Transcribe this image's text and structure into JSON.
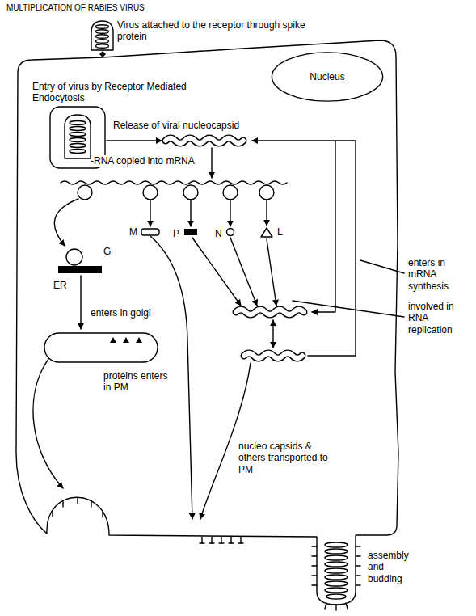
{
  "diagram": {
    "title": "MULTIPLICATION OF RABIES VIRUS",
    "nodes": [
      {
        "text": [
          "Nucleus"
        ]
      }
    ],
    "labels": [
      "Virus attached to the receptor through spike protein",
      "Entry of virus by Receptor Mediated Endocytosis",
      "Release of viral nucleocapsid",
      "-RNA copied into mRNA",
      "enters in mRNA synthesis",
      "involved in RNA replication",
      "M",
      "P",
      "N",
      "L",
      "G",
      "ER",
      "enters in golgi",
      "proteins enters in PM",
      "nucleo capsids & others transported to PM",
      "assembly and budding"
    ]
  }
}
